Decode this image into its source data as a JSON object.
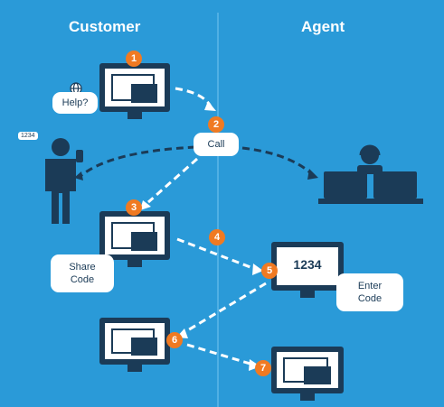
{
  "headers": {
    "customer": "Customer",
    "agent": "Agent"
  },
  "steps": [
    "1",
    "2",
    "3",
    "4",
    "5",
    "6",
    "7"
  ],
  "bubbles": {
    "help": "Help?",
    "call": "Call",
    "share_code": "Share\nCode",
    "enter_code": "Enter\nCode"
  },
  "phone_code": "1234",
  "screen_code": "1234",
  "colors": {
    "background": "#2a9ad8",
    "dark": "#1b3b57",
    "accent": "#f07a22",
    "white": "#ffffff"
  }
}
